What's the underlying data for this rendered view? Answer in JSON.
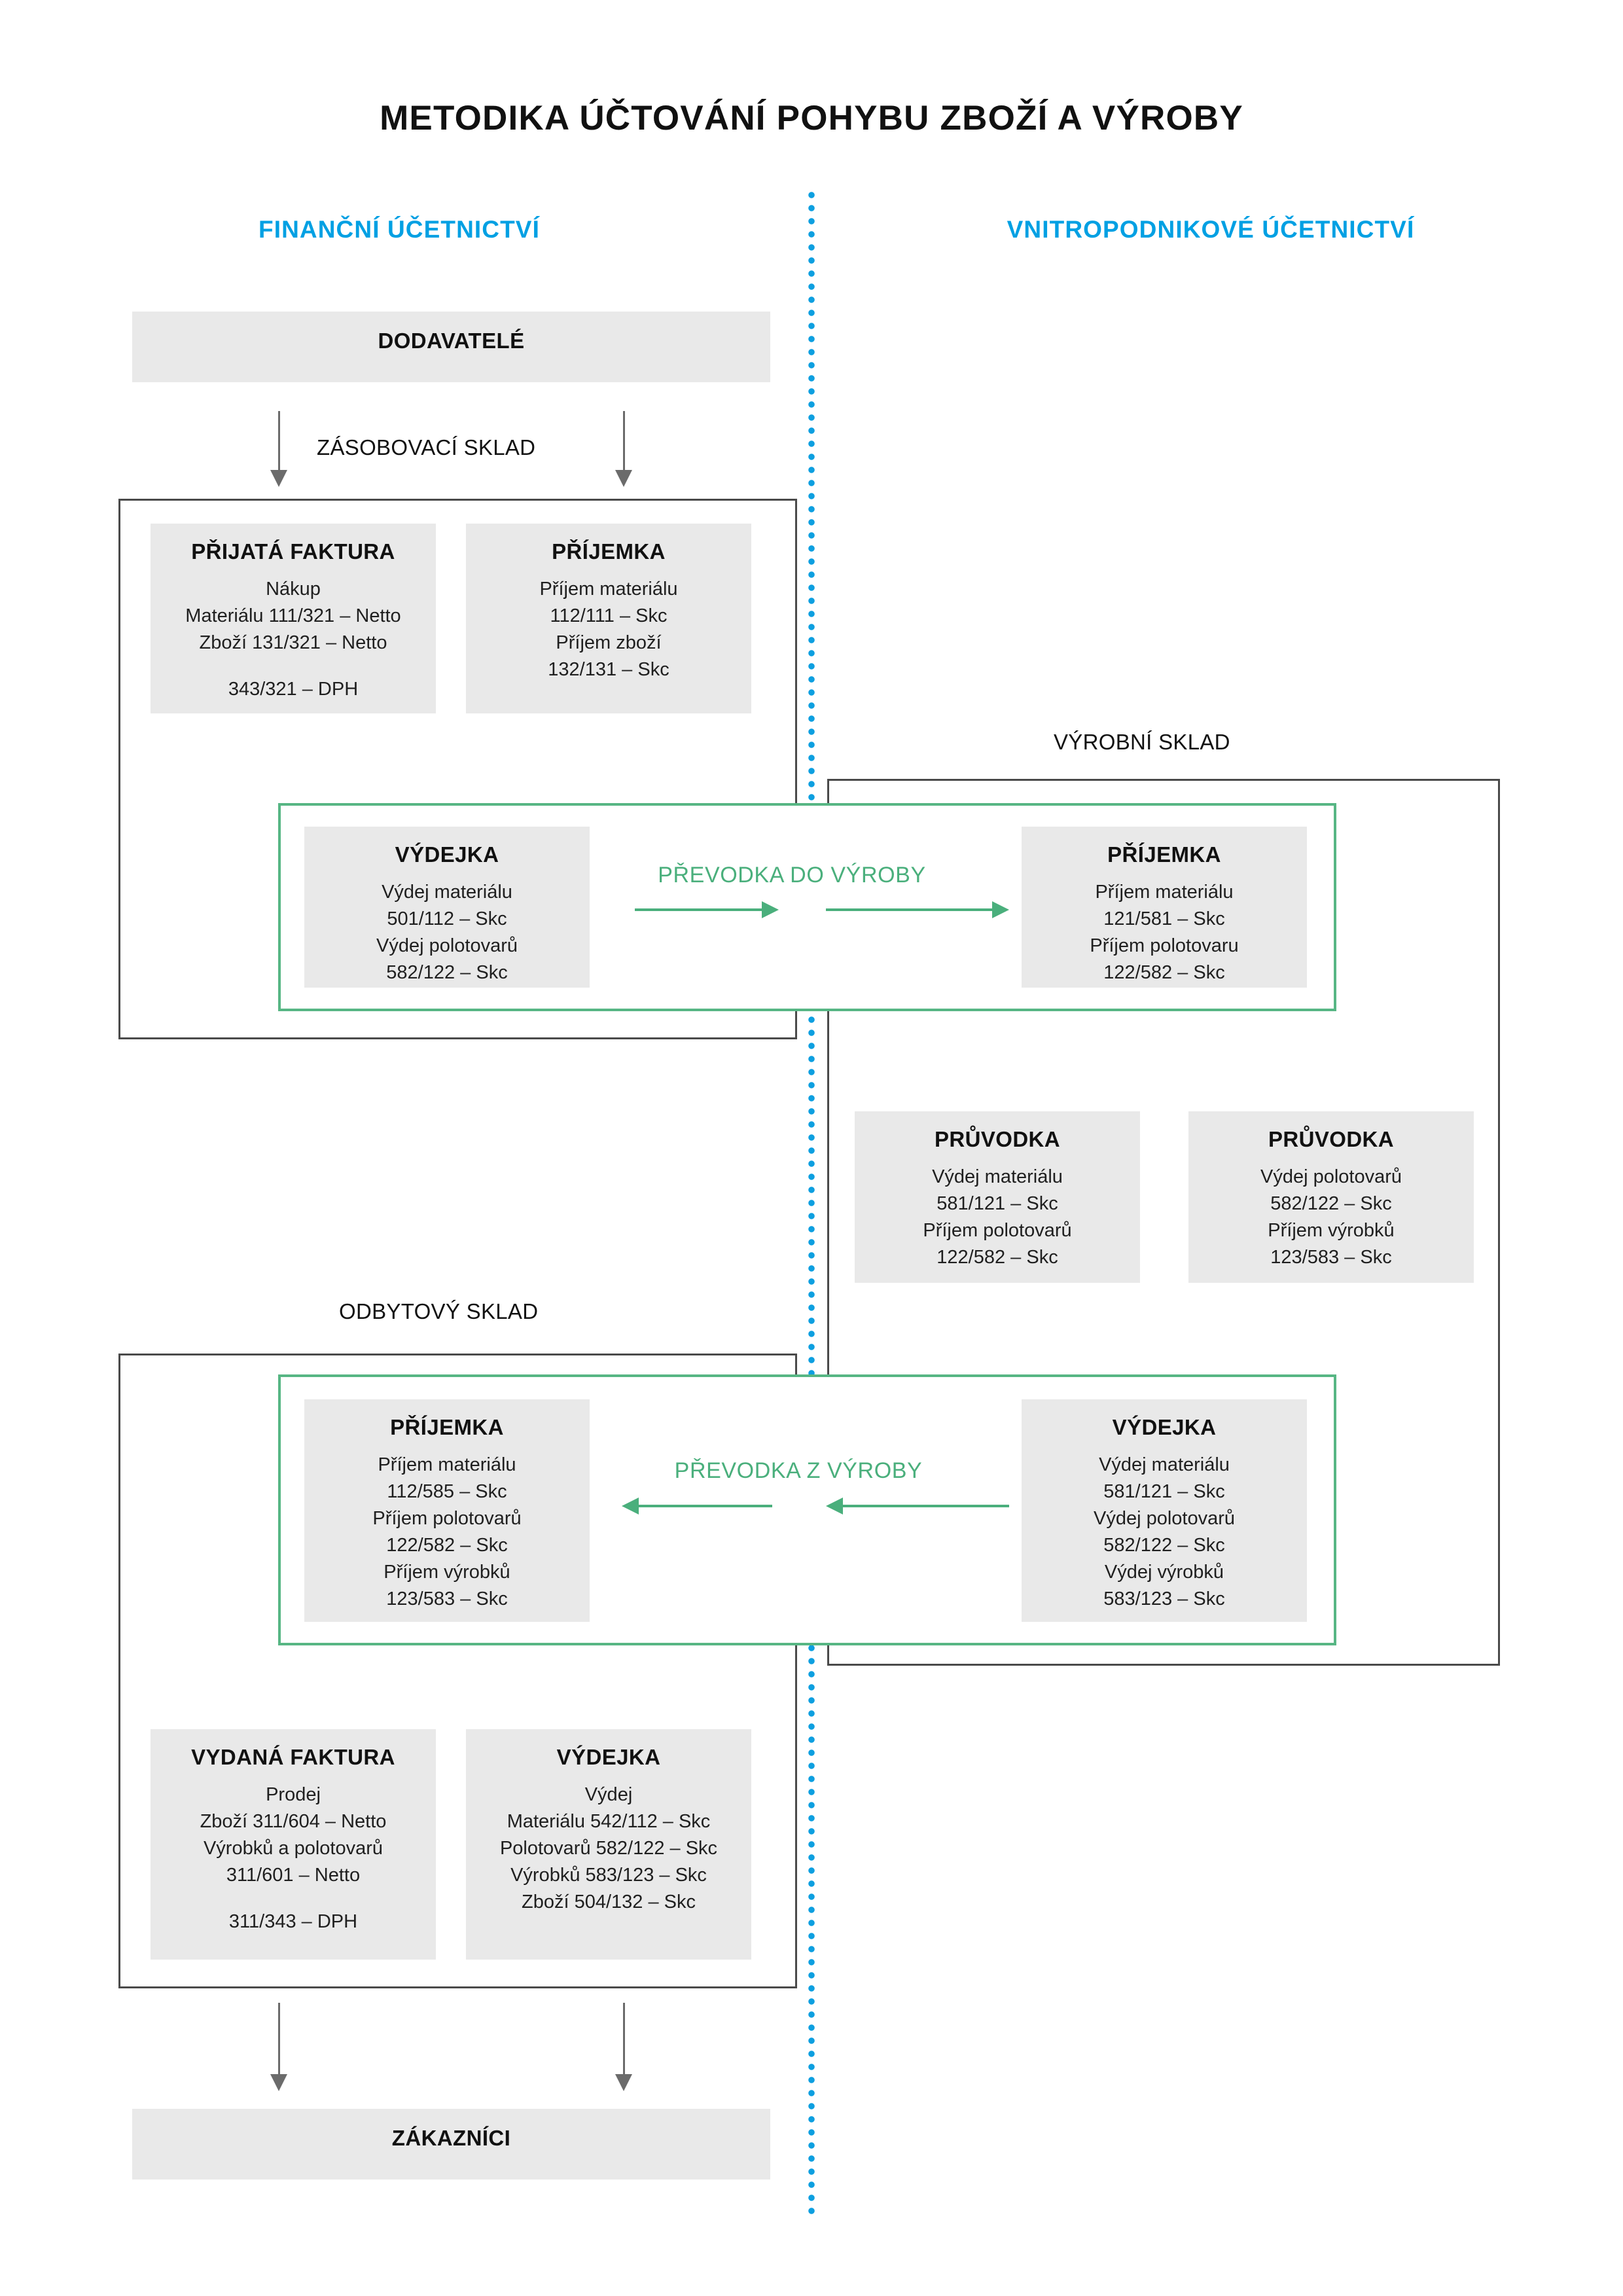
{
  "page": {
    "title": "METODIKA ÚČTOVÁNÍ POHYBU ZBOŽÍ A VÝROBY",
    "colors": {
      "accent_blue": "#00a0e3",
      "divider_blue": "#0d9fe0",
      "accent_green": "#4aaf7c",
      "card_grey": "#e9e9e9",
      "outline_grey": "#4a4a4a",
      "arrow_grey": "#6b6b6b"
    }
  },
  "columns": {
    "left_caption": "FINANČNÍ ÚČETNICTVÍ",
    "right_caption": "VNITROPODNIKOVÉ ÚČETNICTVÍ"
  },
  "endpoints": {
    "suppliers": "DODAVATELÉ",
    "customers": "ZÁKAZNÍCI"
  },
  "warehouse_labels": {
    "supply": "ZÁSOBOVACÍ SKLAD",
    "production": "VÝROBNÍ SKLAD",
    "sales": "ODBYTOVÝ SKLAD"
  },
  "flow_labels": {
    "to_production": "PŘEVODKA  DO VÝROBY",
    "from_production": "PŘEVODKA  Z VÝROBY"
  },
  "cards": {
    "received_invoice": {
      "title": "PŘIJATÁ FAKTURA",
      "lines": [
        "Nákup",
        "Materiálu 111/321 – Netto",
        "Zboží 131/321 – Netto",
        "",
        "343/321 – DPH"
      ]
    },
    "supply_receipt": {
      "title": "PŘÍJEMKA",
      "lines": [
        "Příjem materiálu",
        "112/111 – Skc",
        "Příjem zboží",
        "132/131 – Skc"
      ]
    },
    "supply_issue": {
      "title": "VÝDEJKA",
      "lines": [
        "Výdej materiálu",
        "501/112 – Skc",
        "Výdej polotovarů",
        "582/122 – Skc"
      ]
    },
    "production_receipt": {
      "title": "PŘÍJEMKA",
      "lines": [
        "Příjem materiálu",
        "121/581 – Skc",
        "Příjem polotovaru",
        "122/582 – Skc"
      ]
    },
    "worksheet_material": {
      "title": "PRŮVODKA",
      "lines": [
        "Výdej materiálu",
        "581/121 – Skc",
        "Příjem polotovarů",
        "122/582 – Skc"
      ]
    },
    "worksheet_semifinished": {
      "title": "PRŮVODKA",
      "lines": [
        "Výdej polotovarů",
        "582/122 – Skc",
        "Příjem výrobků",
        "123/583 – Skc"
      ]
    },
    "sales_receipt": {
      "title": "PŘÍJEMKA",
      "lines": [
        "Příjem materiálu",
        "112/585 – Skc",
        "Příjem polotovarů",
        "122/582 – Skc",
        "Příjem výrobků",
        "123/583 – Skc"
      ]
    },
    "production_issue": {
      "title": "VÝDEJKA",
      "lines": [
        "Výdej materiálu",
        "581/121 – Skc",
        "Výdej polotovarů",
        "582/122 – Skc",
        "Výdej výrobků",
        "583/123 – Skc"
      ]
    },
    "issued_invoice": {
      "title": "VYDANÁ FAKTURA",
      "lines": [
        "Prodej",
        "Zboží 311/604 – Netto",
        "Výrobků a polotovarů",
        "311/601 – Netto",
        "",
        "311/343 – DPH"
      ]
    },
    "sales_issue": {
      "title": "VÝDEJKA",
      "lines": [
        "Výdej",
        "Materiálu 542/112 – Skc",
        "Polotovarů 582/122 – Skc",
        "Výrobků 583/123 – Skc",
        "Zboží 504/132 – Skc"
      ]
    }
  }
}
